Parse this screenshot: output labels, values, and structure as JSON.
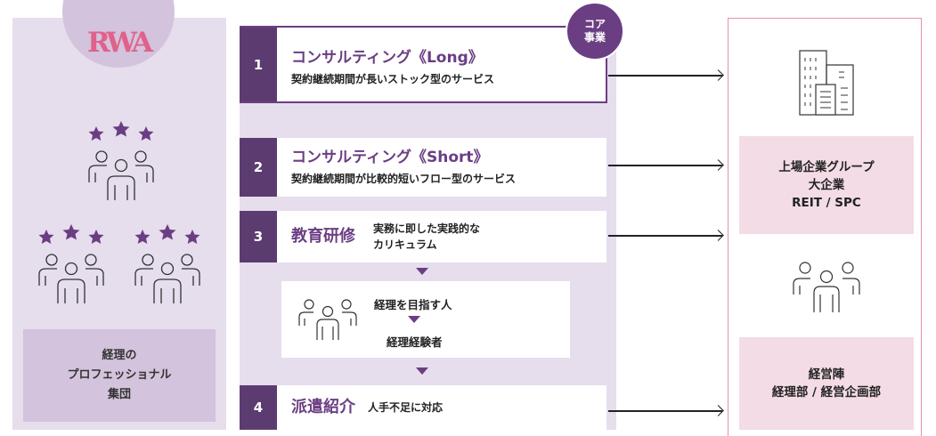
{
  "left": {
    "logo": "RWA",
    "group_label": "経理の\nプロフェッショナル\n集団"
  },
  "core_badge": "コア\n事業",
  "services": [
    {
      "num": "1",
      "title": "コンサルティング《Long》",
      "sub": "契約継続期間が長いストック型のサービス"
    },
    {
      "num": "2",
      "title": "コンサルティング《Short》",
      "sub": "契約継続期間が比較的短いフロー型のサービス"
    },
    {
      "num": "3",
      "title": "教育研修",
      "sub": "実務に即した実践的な\nカリキュラム"
    },
    {
      "num": "4",
      "title": "派遣紹介",
      "sub": "人手不足に対応"
    }
  ],
  "career": {
    "from": "経理を目指す人",
    "to": "経理経験者"
  },
  "right": {
    "companies_label": "上場企業グループ\n大企業\nREIT / SPC",
    "management_label": "経営陣\n経理部 / 経営企画部"
  },
  "colors": {
    "purple_dark": "#5c3c70",
    "purple_accent": "#6b3e83",
    "lavender": "#e6dded",
    "pink_box": "#f3dce6",
    "pink_border": "#e391b0",
    "star": "#6b3e83"
  }
}
